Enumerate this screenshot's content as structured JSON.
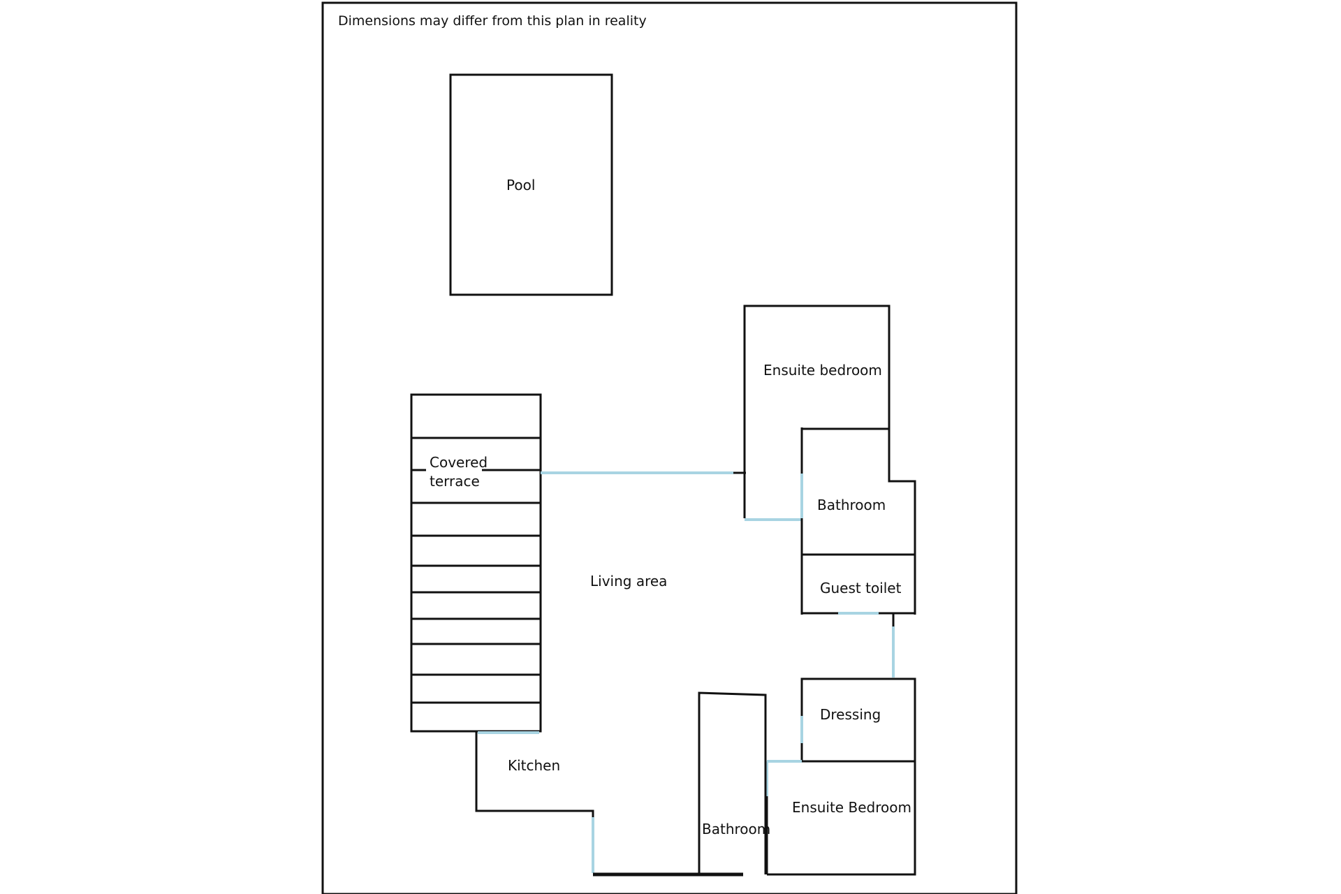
{
  "note": "Dimensions may differ from this plan in reality",
  "colors": {
    "wall": "#111111",
    "opening": "#a8d4e2",
    "background": "#ffffff"
  },
  "rooms": {
    "pool": "Pool",
    "ensuite_bedroom_top": "Ensuite bedroom",
    "covered_terrace_line1": "Covered",
    "covered_terrace_line2": "terrace",
    "bathroom_right": "Bathroom",
    "living_area": "Living area",
    "guest_toilet": "Guest toilet",
    "dressing": "Dressing",
    "kitchen": "Kitchen",
    "ensuite_bedroom_bottom": "Ensuite Bedroom",
    "bathroom_bottom": "Bathroom"
  }
}
